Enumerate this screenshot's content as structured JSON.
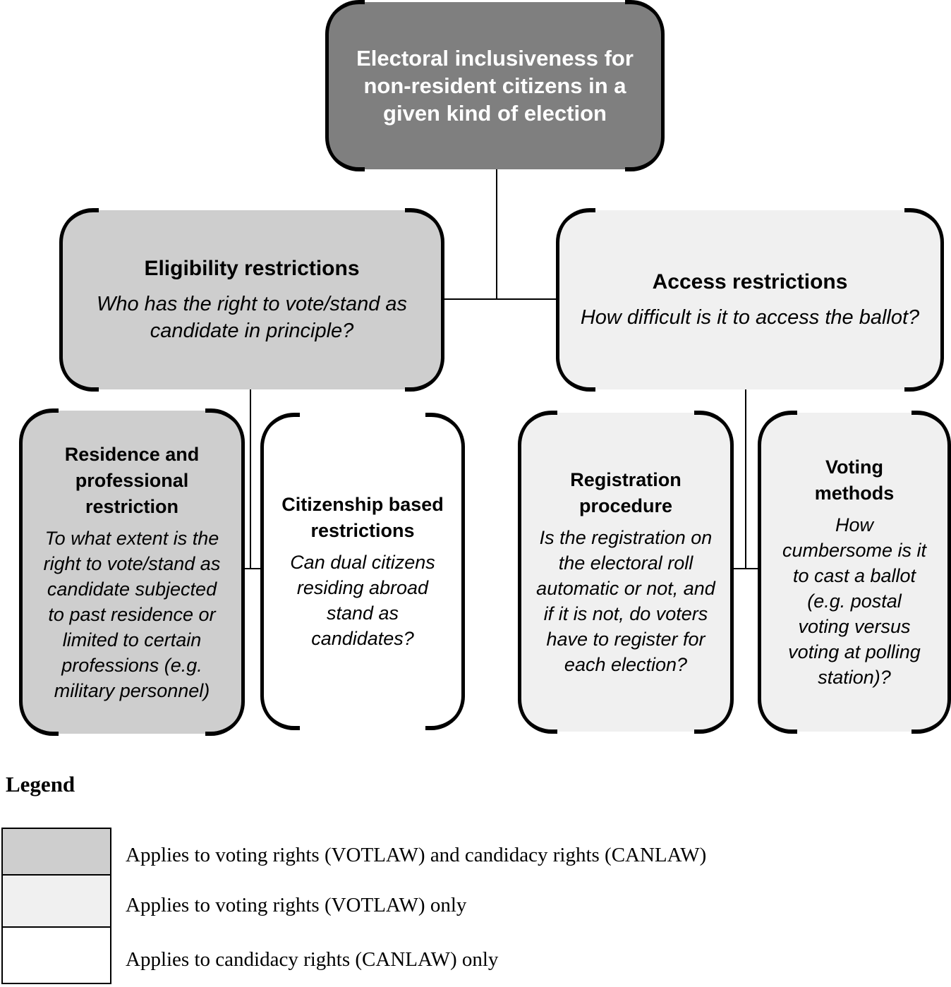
{
  "diagram": {
    "root": {
      "title": "Electoral inclusiveness for non-resident citizens in a given kind of election",
      "fill": "#7f7f7f"
    },
    "level2": [
      {
        "key": "eligibility-restrictions",
        "title": "Eligibility restrictions",
        "question": "Who has the right to vote/stand as candidate in principle?",
        "fill": "#cecece"
      },
      {
        "key": "access-restrictions",
        "title": "Access restrictions",
        "question": "How difficult is it to access the ballot?",
        "fill": "#f0f0f0"
      }
    ],
    "level3": [
      {
        "key": "residence-professional-restriction",
        "title": "Residence and professional restriction",
        "question": "To what extent is the right to vote/stand as candidate subjected to past residence or limited to certain professions (e.g. military personnel)",
        "fill": "#cecece"
      },
      {
        "key": "citizenship-based-restrictions",
        "title": "Citizenship based restrictions",
        "question": "Can dual citizens residing abroad stand as candidates?",
        "fill": "#ffffff"
      },
      {
        "key": "registration-procedure",
        "title": "Registration procedure",
        "question": "Is the registration on the electoral roll automatic or not, and if it is not, do voters have to register for each election?",
        "fill": "#f0f0f0"
      },
      {
        "key": "voting-methods",
        "title": "Voting methods",
        "question": "How cumbersome is it to cast a ballot (e.g. postal voting versus voting at polling station)?",
        "fill": "#f0f0f0"
      }
    ]
  },
  "legend": {
    "title": "Legend",
    "items": [
      {
        "color": "#cecece",
        "label": "Applies to voting rights (VOTLAW) and candidacy rights (CANLAW)"
      },
      {
        "color": "#f0f0f0",
        "label": "Applies to voting rights (VOTLAW) only"
      },
      {
        "color": "#ffffff",
        "label": "Applies to candidacy rights (CANLAW) only"
      }
    ]
  },
  "colors": {
    "line": "#000000",
    "root_text": "#ffffff",
    "node_text": "#000000",
    "background": "#ffffff"
  }
}
